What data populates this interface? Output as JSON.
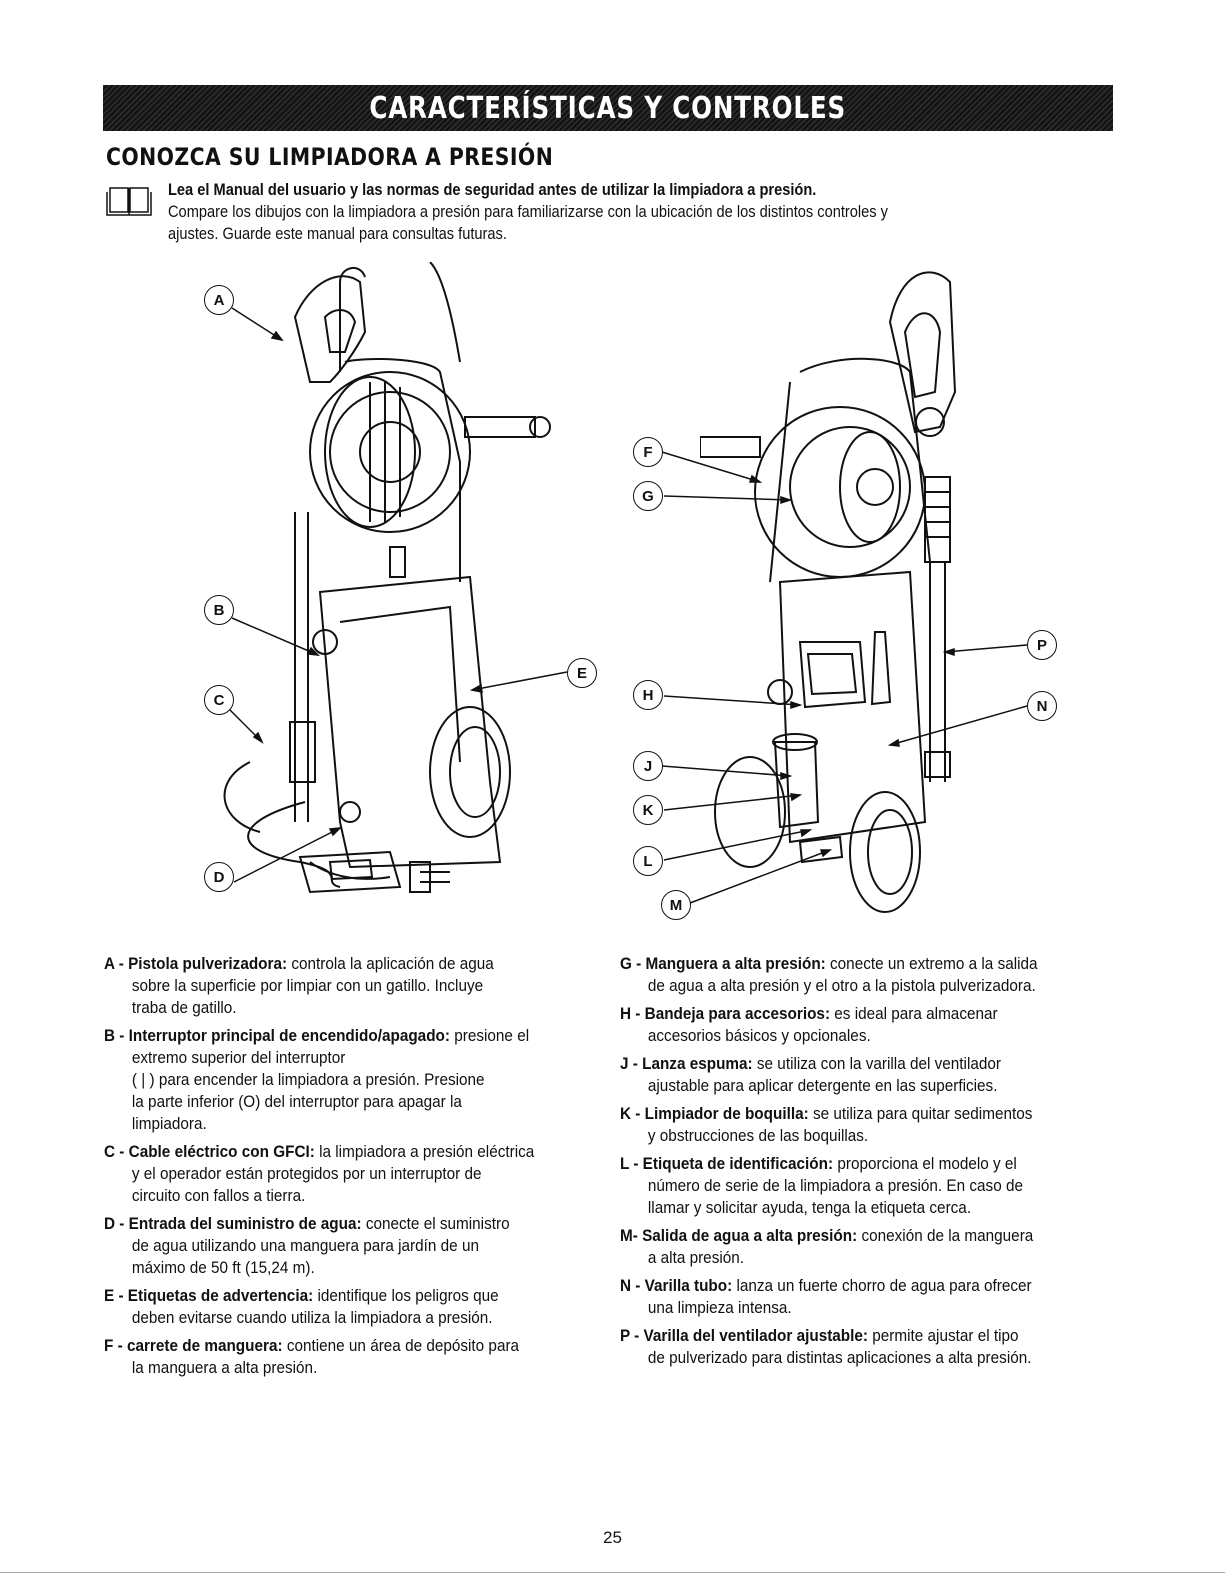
{
  "banner": "CARACTERÍSTICAS Y CONTROLES",
  "heading": "CONOZCA SU LIMPIADORA A PRESIÓN",
  "intro_bold": "Lea el Manual del usuario y las normas de seguridad antes de utilizar la limpiadora a presión.",
  "intro_lines": [
    "Compare los dibujos con la limpiadora a presión para familiarizarse con la ubicación de los distintos controles y",
    "ajustes. Guarde este manual para consultas futuras."
  ],
  "callouts_left": [
    "A",
    "B",
    "C",
    "D",
    "E"
  ],
  "callouts_right": [
    "F",
    "G",
    "H",
    "J",
    "K",
    "L",
    "M",
    "N",
    "P"
  ],
  "items_left": [
    {
      "prefix": "A - ",
      "term": "Pistola pulverizadora:",
      "lines": [
        "controla la aplicación de agua",
        "sobre la superficie por limpiar con un gatillo. Incluye",
        "traba de gatillo."
      ]
    },
    {
      "prefix": "B - ",
      "term": "Interruptor principal de encendido/apagado:",
      "lines": [
        "presione el",
        "extremo superior del interruptor",
        "( | ) para encender la limpiadora a presión. Presione",
        "la parte inferior (O) del interruptor para apagar la",
        "limpiadora."
      ]
    },
    {
      "prefix": "C - ",
      "term": "Cable eléctrico con GFCI:",
      "lines": [
        "la limpiadora a presión eléctrica",
        "y el operador están protegidos por un interruptor de",
        "circuito con fallos a tierra."
      ]
    },
    {
      "prefix": "D - ",
      "term": "Entrada del suministro de agua:",
      "lines": [
        "conecte el suministro",
        "de agua utilizando una manguera para jardín de un",
        "máximo de 50 ft (15,24 m)."
      ]
    },
    {
      "prefix": "E - ",
      "term": "Etiquetas de advertencia:",
      "lines": [
        "identifique los peligros que",
        "deben evitarse cuando utiliza la limpiadora a presión."
      ]
    },
    {
      "prefix": "F - ",
      "term": "carrete de manguera:",
      "lines": [
        "contiene un área de depósito para",
        "la manguera a alta presión."
      ]
    }
  ],
  "items_right": [
    {
      "prefix": "G - ",
      "term": "Manguera a alta presión:",
      "lines": [
        "conecte un extremo a la salida",
        "de agua a alta presión y el otro a la pistola pulverizadora."
      ]
    },
    {
      "prefix": "H - ",
      "term": "Bandeja para accesorios:",
      "lines": [
        "es ideal para almacenar",
        "accesorios básicos y opcionales."
      ]
    },
    {
      "prefix": "J - ",
      "term": "Lanza espuma:",
      "lines": [
        "se utiliza con la varilla del ventilador",
        "ajustable para aplicar detergente en las superficies."
      ]
    },
    {
      "prefix": "K - ",
      "term": "Limpiador de boquilla:",
      "lines": [
        "se utiliza para quitar sedimentos",
        "y obstrucciones de las boquillas."
      ]
    },
    {
      "prefix": "L - ",
      "term": "Etiqueta de identificación:",
      "lines": [
        "proporciona el modelo y el",
        "número de serie de la limpiadora a presión. En caso de",
        "llamar y solicitar ayuda, tenga la etiqueta cerca."
      ]
    },
    {
      "prefix": "M- ",
      "term": "Salida de agua a alta presión:",
      "lines": [
        "conexión de la manguera",
        "a alta presión."
      ]
    },
    {
      "prefix": "N - ",
      "term": "Varilla tubo:",
      "lines": [
        "lanza un fuerte chorro de agua para ofrecer",
        "una limpieza intensa."
      ]
    },
    {
      "prefix": "P - ",
      "term": "Varilla del ventilador ajustable:",
      "lines": [
        "permite ajustar el tipo",
        "de pulverizado para distintas aplicaciones a alta presión."
      ]
    }
  ],
  "page_number": "25"
}
